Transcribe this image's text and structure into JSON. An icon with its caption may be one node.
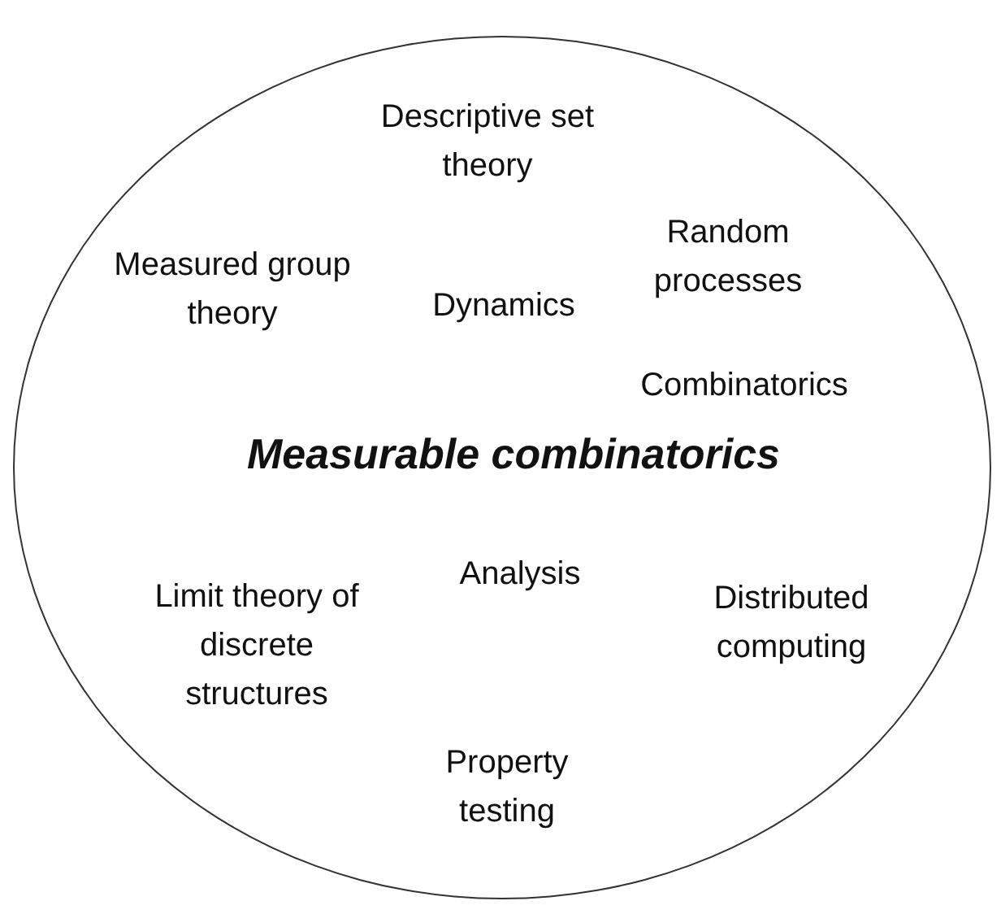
{
  "diagram": {
    "nodes": [
      {
        "text": [
          "Measurable combinatorics"
        ]
      }
    ],
    "labels": [
      "Descriptive set theory",
      "Random processes",
      "Measured group theory",
      "Dynamics",
      "Combinatorics",
      "Analysis",
      "Limit theory of discrete structures",
      "Distributed computing",
      "Property testing"
    ]
  }
}
